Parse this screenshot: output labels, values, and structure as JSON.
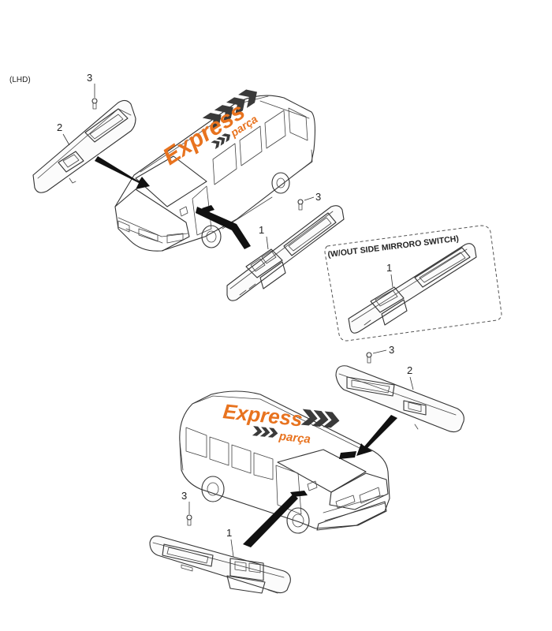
{
  "diagram": {
    "region_label": "(LHD)",
    "variant_label": "(W/OUT SIDE MIRRORO SWITCH)",
    "callouts": {
      "screw": "3",
      "door_trim": "2",
      "switch": "1"
    }
  },
  "watermark": {
    "brand": "Express",
    "sub": "parça",
    "colors": {
      "orange": "#e8731f",
      "dark": "#3a3a3a"
    }
  }
}
